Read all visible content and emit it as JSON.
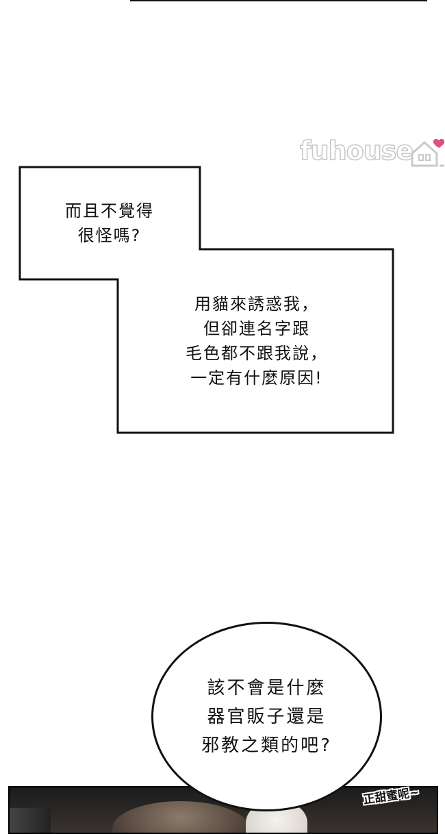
{
  "watermark": {
    "text": "fuhouse"
  },
  "captions": [
    {
      "id": "caption-1",
      "text": "而且不覺得\n很怪嗎?"
    },
    {
      "id": "caption-2",
      "text": "用貓來誘惑我，\n但卻連名字跟\n毛色都不跟我說，\n一定有什麼原因!"
    }
  ],
  "speech_bubble": {
    "text": "該不會是什麼\n器官販子還是\n邪教之類的吧?"
  },
  "scene": {
    "sfx": "正甜蜜呢~"
  },
  "colors": {
    "ink": "#111111",
    "background": "#ffffff",
    "watermark_heart": "#e0507a",
    "watermark_outline": "#c9c9c9"
  }
}
